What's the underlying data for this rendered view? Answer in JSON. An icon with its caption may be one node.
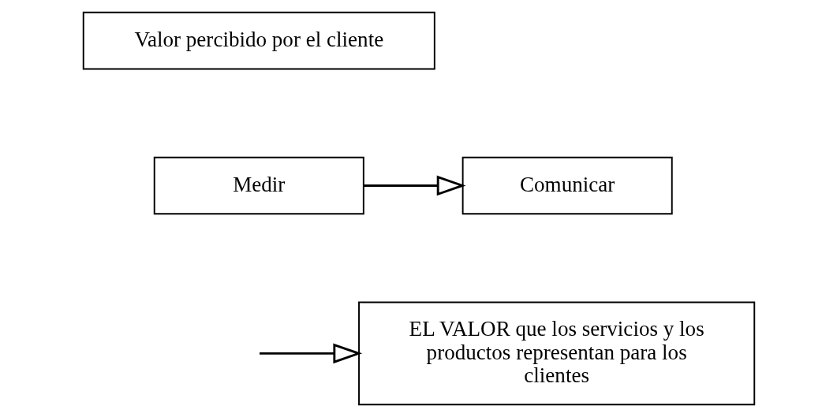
{
  "diagram": {
    "nodes": [
      {
        "text": [
          "Valor percibido por el cliente"
        ]
      },
      {
        "text": [
          "Medir"
        ]
      },
      {
        "text": [
          "Comunicar"
        ]
      },
      {
        "text": [
          "EL VALOR que los servicios y los productos representan para los clientes"
        ]
      }
    ],
    "edges": [
      {
        "from": 1,
        "to": 2,
        "arrow": "to"
      },
      {
        "from": null,
        "to": 3,
        "arrow": "to"
      }
    ]
  }
}
